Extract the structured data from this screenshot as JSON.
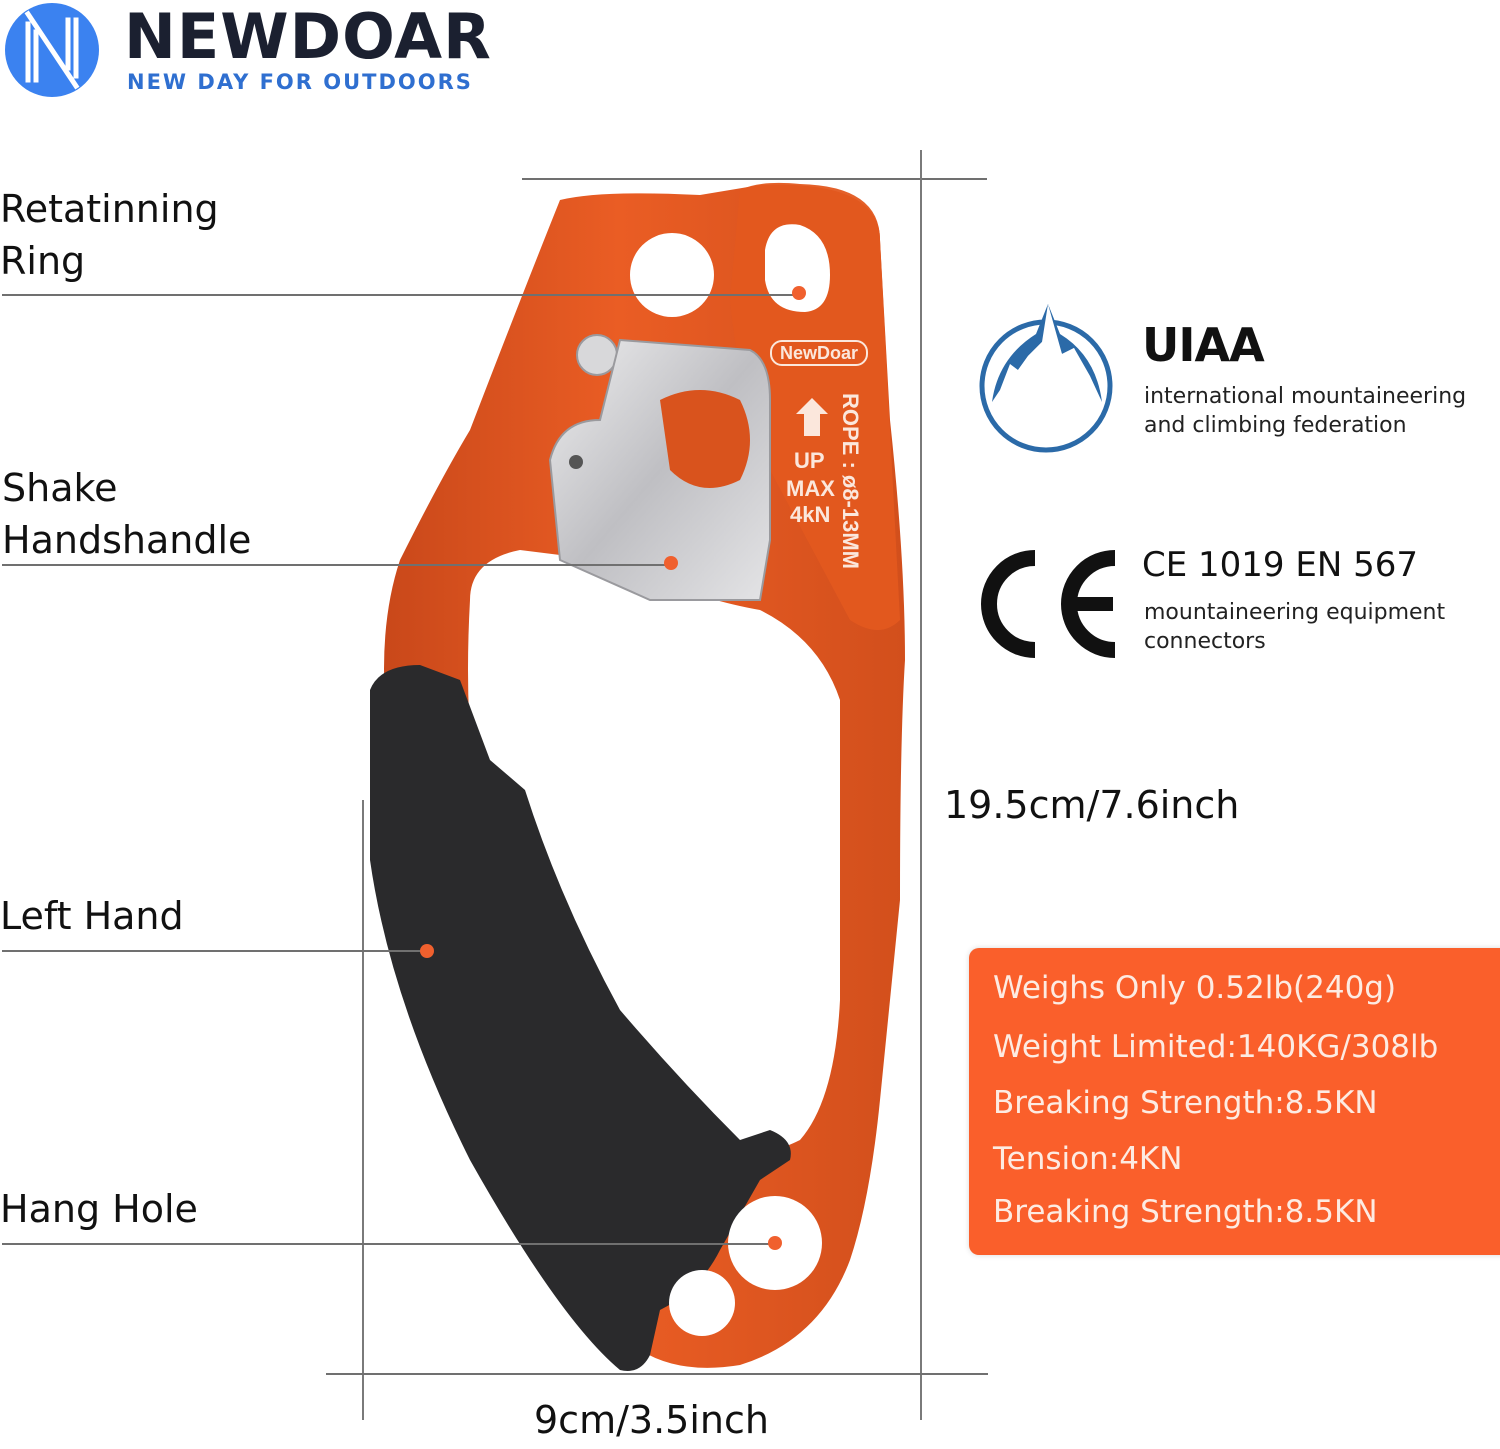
{
  "brand": {
    "logo_icon": "newdoar-n-circle-icon",
    "name": "NEWDOAR",
    "tagline": "NEW DAY FOR OUTDOORS",
    "colors": {
      "logo_blue": "#3b82f0",
      "name_dark": "#1b2030",
      "tagline_blue": "#2f6fd0"
    }
  },
  "callouts": [
    {
      "id": "retaining-ring",
      "line1": "Retatinning",
      "line2": "Ring"
    },
    {
      "id": "shake-handshandle",
      "line1": "Shake",
      "line2": "Handshandle"
    },
    {
      "id": "left-hand",
      "line1": "Left Hand"
    },
    {
      "id": "hang-hole",
      "line1": "Hang Hole"
    }
  ],
  "device": {
    "engraving": {
      "logo": "NewDoar",
      "arrow_icon": "up-arrow-icon",
      "up": "UP",
      "max": "MAX",
      "load": "4kN",
      "rope": "ROPE : ø8-13MM"
    },
    "colors": {
      "body": "#e2561f",
      "grip": "#2a2a2c",
      "cam": "#c9c9cc",
      "marker": "#f0602e"
    }
  },
  "certifications": [
    {
      "id": "uiaa",
      "icon": "uiaa-mountain-icon",
      "title": "UIAA",
      "sub1": "international mountaineering",
      "sub2": "and climbing federation"
    },
    {
      "id": "ce",
      "icon": "ce-mark-icon",
      "title": "CE 1019 EN 567",
      "sub1": "mountaineering equipment",
      "sub2": "connectors"
    }
  ],
  "dimensions": {
    "height": "19.5cm/7.6inch",
    "width": "9cm/3.5inch"
  },
  "specs": {
    "background": "#fa5f2b",
    "lines": [
      "Weighs Only 0.52lb(240g)",
      "Weight Limited:140KG/308lb",
      "Breaking Strength:8.5KN",
      "Tension:4KN",
      "Breaking Strength:8.5KN"
    ]
  }
}
